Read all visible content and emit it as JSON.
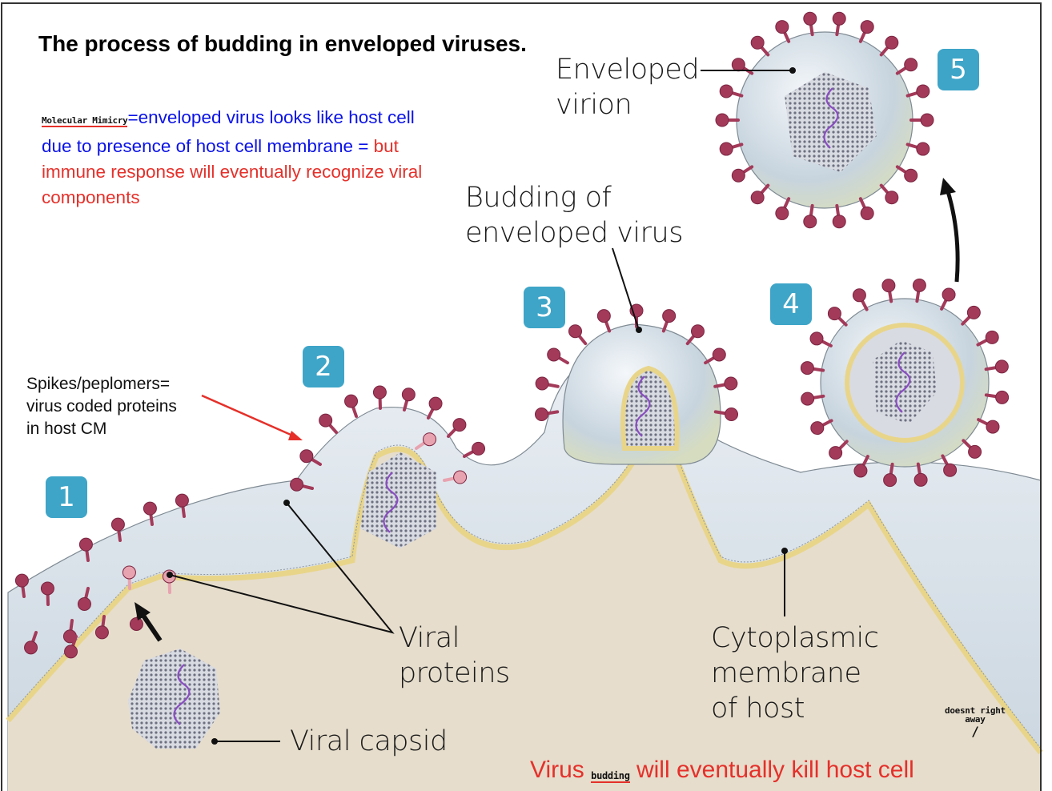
{
  "title": "The process of budding in enveloped viruses.",
  "note": {
    "handwritten_term": "Molecular Mimicry",
    "blue_text": "=enveloped virus looks like host cell due to presence of host cell membrane = ",
    "red_text": "but immune response will eventually recognize viral components"
  },
  "spikes_note": {
    "line1": "Spikes/peplomers=",
    "line2": "virus coded proteins",
    "line3": "in host CM"
  },
  "steps": [
    {
      "number": "1"
    },
    {
      "number": "2"
    },
    {
      "number": "3"
    },
    {
      "number": "4"
    },
    {
      "number": "5"
    }
  ],
  "labels": {
    "enveloped_virion_1": "Enveloped",
    "enveloped_virion_2": "virion",
    "budding_1": "Budding of",
    "budding_2": "enveloped virus",
    "viral_proteins_1": "Viral",
    "viral_proteins_2": "proteins",
    "cytoplasmic_1": "Cytoplasmic",
    "cytoplasmic_2": "membrane",
    "cytoplasmic_3": "of host",
    "viral_capsid": "Viral capsid"
  },
  "bottom_note": {
    "part1": "Virus ",
    "handwritten_insert": "budding",
    "part2": " will eventually kill host cell"
  },
  "hand_note": {
    "line1": "doesnt right",
    "line2": "away",
    "pointer": "/"
  },
  "colors": {
    "badge": "#3ea5c8",
    "spike": "#a33a5a",
    "spike_light": "#e8a3b0",
    "membrane_yellow": "#e8d58a",
    "envelope": "#cdd9e3",
    "cytoplasm": "#e6ddcc",
    "blue_note": "#0a12e6",
    "red_note": "#e5302a"
  }
}
